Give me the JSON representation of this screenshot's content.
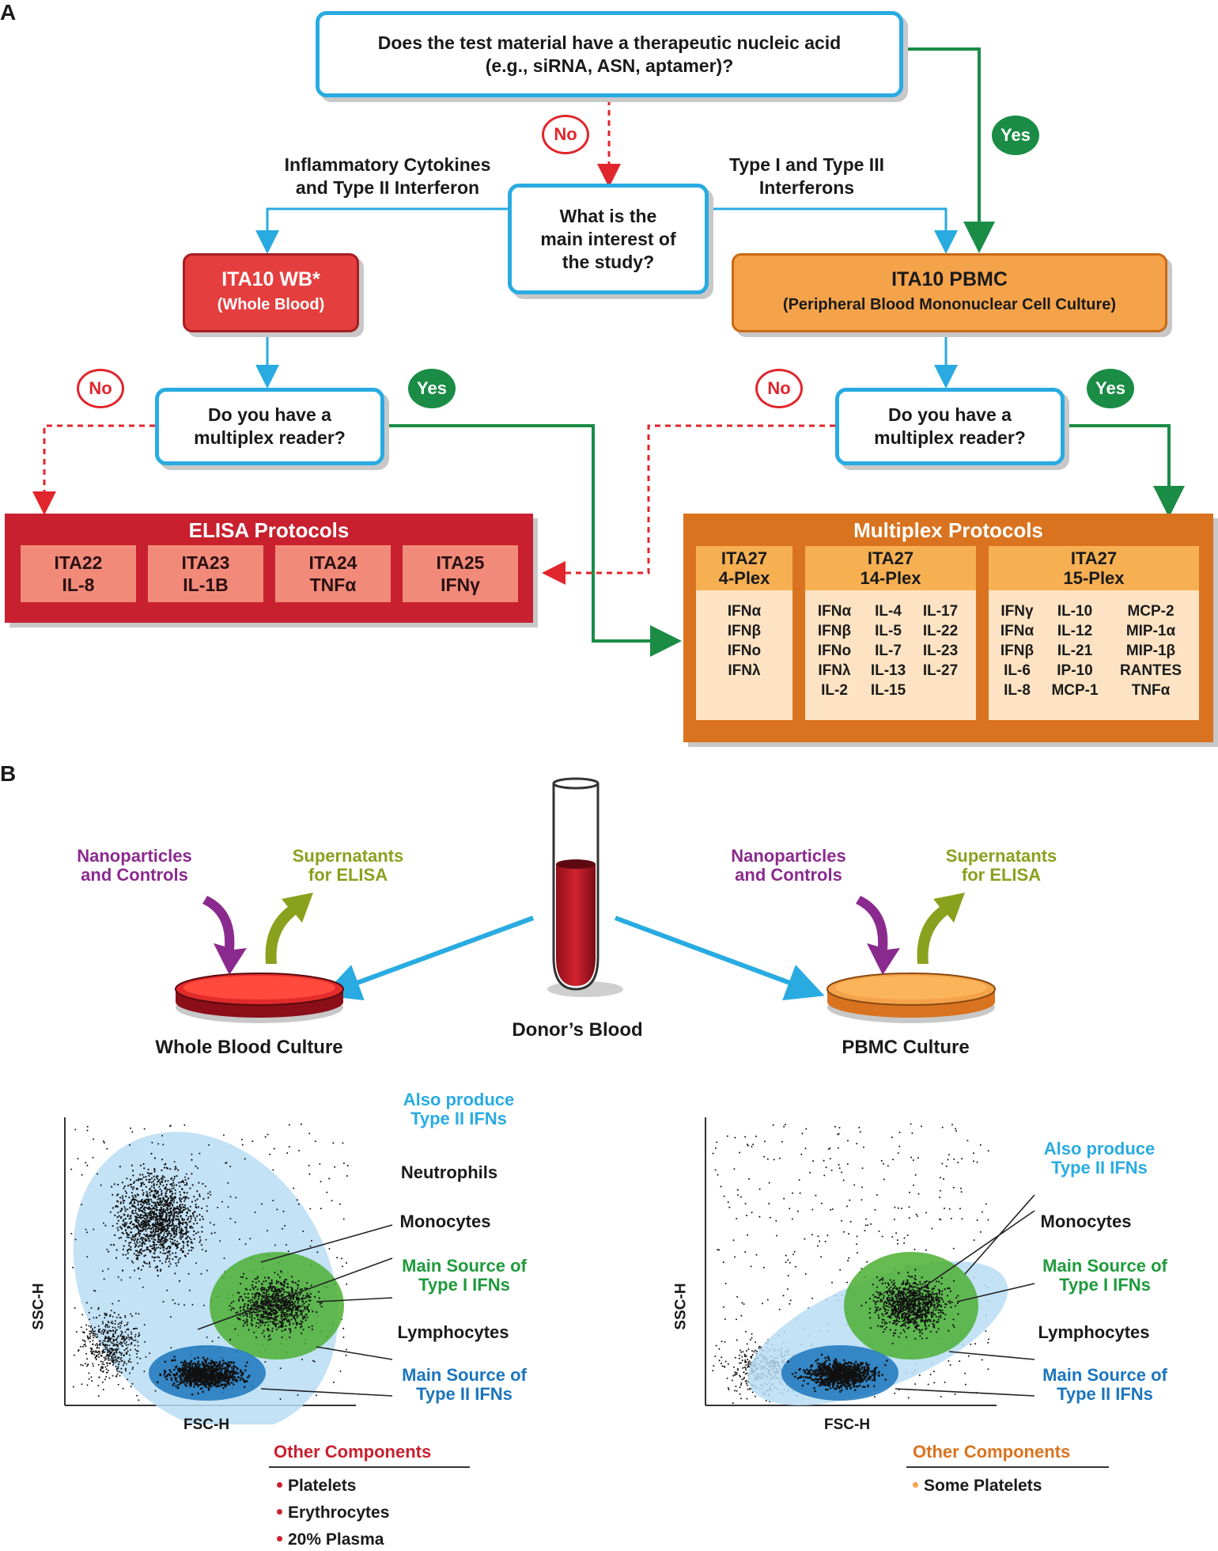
{
  "panel_a": {
    "letter": "A",
    "q1": "Does the test material have a therapeutic nucleic acid\n(e.g., siRNA, ASN, aptamer)?",
    "no": "No",
    "yes": "Yes",
    "left_interest": "Inflammatory Cytokines\nand Type II Interferon",
    "right_interest": "Type I and Type III\nInterferons",
    "q2": "What is the\nmain interest of\nthe study?",
    "wb_title": "ITA10 WB*",
    "wb_sub": "(Whole Blood)",
    "pbmc_title": "ITA10 PBMC",
    "pbmc_sub": "(Peripheral Blood Mononuclear Cell Culture)",
    "q3": "Do you have a\nmultiplex reader?",
    "elisa": {
      "title": "ELISA Protocols",
      "cells": [
        "ITA22\nIL-8",
        "ITA23\nIL-1B",
        "ITA24\nTNFα",
        "ITA25\nIFNγ"
      ]
    },
    "multiplex": {
      "title": "Multiplex Protocols",
      "cols": [
        {
          "head": "ITA27\n4-Plex",
          "items": [
            "IFNα",
            "IFNβ",
            "IFNo",
            "IFNλ"
          ]
        },
        {
          "head": "ITA27\n14-Plex",
          "items": [
            "IFNα",
            "IL-4",
            "IL-17",
            "IFNβ",
            "IL-5",
            "IL-22",
            "IFNo",
            "IL-7",
            "IL-23",
            "IFNλ",
            "IL-13",
            "IL-27",
            "IL-2",
            "IL-15"
          ]
        },
        {
          "head": "ITA27\n15-Plex",
          "items": [
            "IFNγ",
            "IL-10",
            "MCP-2",
            "IFNα",
            "IL-12",
            "MIP-1α",
            "IFNβ",
            "IL-21",
            "MIP-1β",
            "IL-6",
            "IP-10",
            "RANTES",
            "IL-8",
            "MCP-1",
            "TNFα"
          ]
        }
      ]
    }
  },
  "panel_b": {
    "letter": "B",
    "nano": "Nanoparticles\nand Controls",
    "super": "Supernatants\nfor ELISA",
    "whole_blood": "Whole Blood Culture",
    "donor": "Donor’s Blood",
    "pbmc": "PBMC Culture",
    "ssc": "SSC-H",
    "fsc": "FSC-H",
    "left_annot": {
      "also": "Also produce\nType II IFNs",
      "neut": "Neutrophils",
      "mono": "Monocytes",
      "main1": "Main Source of\nType I IFNs",
      "lymph": "Lymphocytes",
      "main2": "Main Source of\nType II IFNs"
    },
    "right_annot": {
      "also": "Also produce\nType II IFNs",
      "mono": "Monocytes",
      "main1": "Main Source of\nType I IFNs",
      "lymph": "Lymphocytes",
      "main2": "Main Source of\nType II IFNs"
    },
    "other_title": "Other Components",
    "left_other": [
      "Platelets",
      "Erythrocytes",
      "20% Plasma"
    ],
    "right_other": [
      "Some Platelets"
    ]
  },
  "colors": {
    "flow_blue": "#29abe2",
    "yes_green": "#1a8c45",
    "no_red": "#e0262c",
    "elisa_red": "#c8202f",
    "multiplex_orange": "#d9731f"
  }
}
